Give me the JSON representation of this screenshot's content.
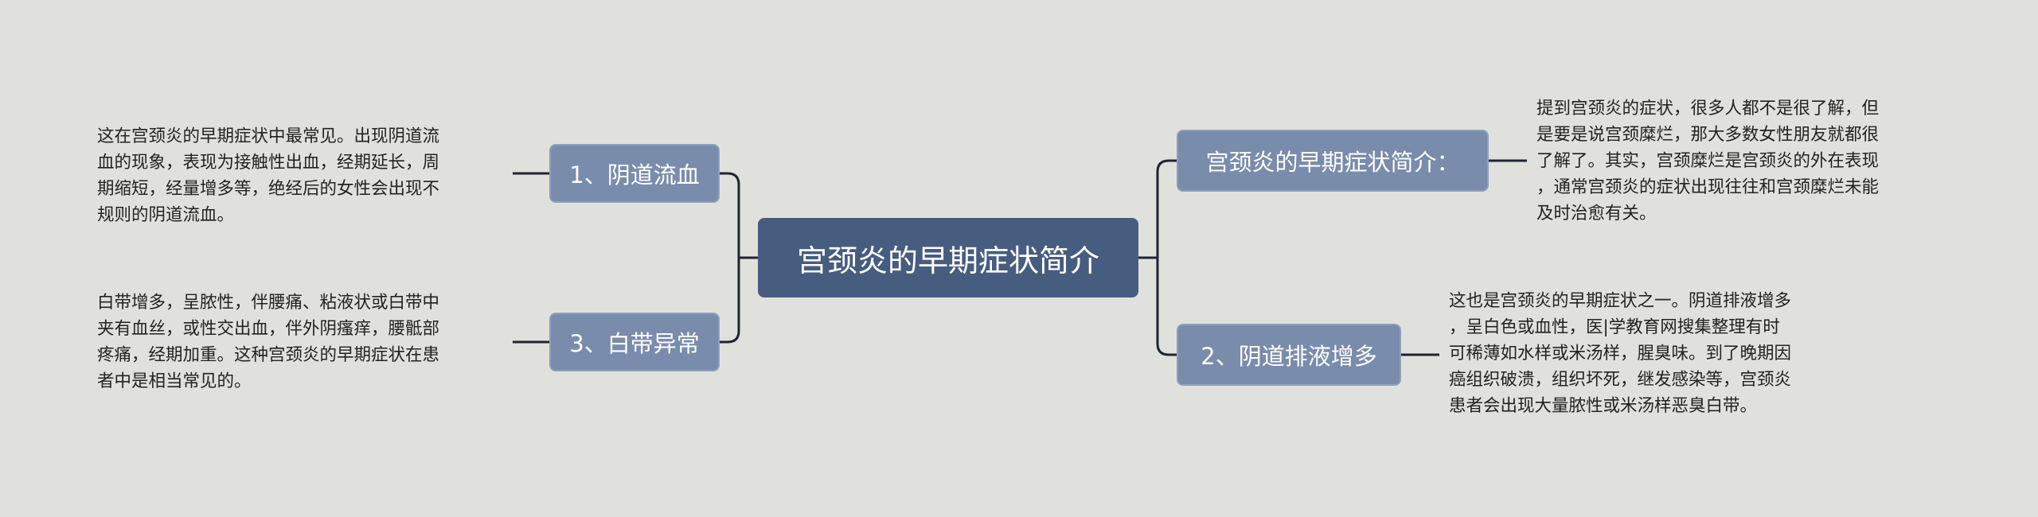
{
  "root": {
    "label": "宫颈炎的早期症状简介"
  },
  "branches": [
    {
      "id": "b1",
      "label": "1、阴道流血",
      "side": "left",
      "note": "这在宫颈炎的早期症状中最常见。出现阴道流\n血的现象，表现为接触性出血，经期延长，周\n期缩短，经量增多等，绝经后的女性会出现不\n规则的阴道流血。"
    },
    {
      "id": "b3",
      "label": "3、白带异常",
      "side": "left",
      "note": "白带增多，呈脓性，伴腰痛、粘液状或白带中\n夹有血丝，或性交出血，伴外阴瘙痒，腰骶部\n疼痛，经期加重。这种宫颈炎的早期症状在患\n者中是相当常见的。"
    },
    {
      "id": "b0",
      "label": "宫颈炎的早期症状简介：",
      "side": "right",
      "note": "提到宫颈炎的症状，很多人都不是很了解，但\n是要是说宫颈糜烂，那大多数女性朋友就都很\n了解了。其实，宫颈糜烂是宫颈炎的外在表现\n，通常宫颈炎的症状出现往往和宫颈糜烂未能\n及时治愈有关。"
    },
    {
      "id": "b2",
      "label": "2、阴道排液增多",
      "side": "right",
      "note": "这也是宫颈炎的早期症状之一。阴道排液增多\n，呈白色或血性，医|学教育网搜集整理有时\n可稀薄如水样或米汤样，腥臭味。到了晚期因\n癌组织破溃，组织坏死，继发感染等，宫颈炎\n患者会出现大量脓性或米汤样恶臭白带。"
    }
  ],
  "colors": {
    "background": "#e0e1dc",
    "root_fill": "#465d7f",
    "branch_fill": "#7a8cab",
    "line": "#1f2430",
    "text": "#222222"
  }
}
